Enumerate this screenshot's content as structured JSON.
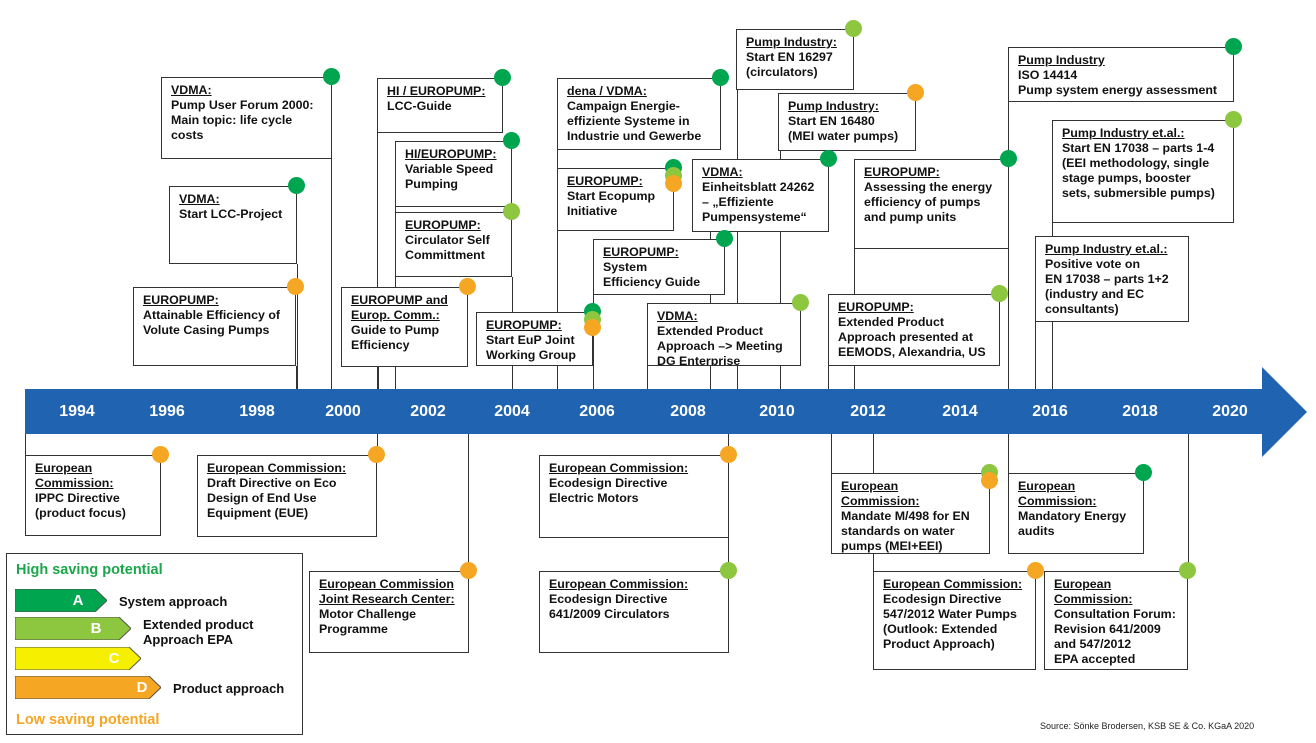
{
  "colors": {
    "timeline": "#2063b1",
    "A": "#00a550",
    "B": "#8dc63f",
    "C": "#f7ef00",
    "D": "#f5a623",
    "high_text": "#1aa64a",
    "low_text": "#f5a623"
  },
  "years": [
    "1994",
    "1996",
    "1998",
    "2000",
    "2002",
    "2004",
    "2006",
    "2008",
    "2010",
    "2012",
    "2014",
    "2016",
    "2018",
    "2020"
  ],
  "events": [
    {
      "title": "VDMA:",
      "body": "Pump User Forum 2000:\nMain topic: life cycle\ncosts",
      "dots": [
        "A"
      ]
    },
    {
      "title": "VDMA:",
      "body": "Start LCC-Project",
      "dots": [
        "A"
      ]
    },
    {
      "title": "EUROPUMP:",
      "body": "Attainable Efficiency of\nVolute Casing Pumps",
      "dots": [
        "D"
      ]
    },
    {
      "title": "HI / EUROPUMP:",
      "body": "LCC-Guide",
      "dots": [
        "A"
      ]
    },
    {
      "title": "HI/EUROPUMP:",
      "body": "Variable Speed\nPumping",
      "dots": [
        "A"
      ]
    },
    {
      "title": "EUROPUMP:",
      "body": "Circulator Self\nCommittment",
      "dots": [
        "B"
      ]
    },
    {
      "title": "EUROPUMP and\nEurop. Comm.:",
      "body": "Guide to Pump\nEfficiency",
      "dots": [
        "D"
      ]
    },
    {
      "title": "EUROPUMP:",
      "body": "Start EuP Joint\nWorking Group",
      "dots": [
        "A",
        "B",
        "D"
      ]
    },
    {
      "title": "dena / VDMA:",
      "body": "Campaign Energie-\neffiziente Systeme in\nIndustrie und Gewerbe",
      "dots": [
        "A"
      ]
    },
    {
      "title": "EUROPUMP:",
      "body": "Start Ecopump\nInitiative",
      "dots": [
        "A",
        "B",
        "D"
      ]
    },
    {
      "title": "EUROPUMP:",
      "body": "System\nEfficiency Guide",
      "dots": [
        "A"
      ]
    },
    {
      "title": "Pump Industry:",
      "body": "Start EN 16297\n(circulators)",
      "dots": [
        "B"
      ]
    },
    {
      "title": "Pump Industry:",
      "body": "Start EN 16480\n(MEI water pumps)",
      "dots": [
        "D"
      ]
    },
    {
      "title": "VDMA:",
      "body": "Einheitsblatt 24262\n– „Effiziente\nPumpensysteme“",
      "dots": [
        "A"
      ]
    },
    {
      "title": "VDMA:",
      "body": "Extended Product\nApproach –> Meeting\nDG Enterprise",
      "dots": [
        "B"
      ]
    },
    {
      "title": "EUROPUMP:",
      "body": "Assessing the energy\nefficiency of pumps\nand pump units",
      "dots": [
        "A"
      ]
    },
    {
      "title": "EUROPUMP:",
      "body": "Extended Product\nApproach presented at\nEEMODS, Alexandria, US",
      "dots": [
        "B"
      ]
    },
    {
      "title": "Pump Industry",
      "body": "ISO 14414\nPump system energy assessment",
      "dots": [
        "A"
      ]
    },
    {
      "title": "Pump Industry et.al.:",
      "body": "Start EN 17038 – parts 1-4\n(EEI methodology, single\nstage pumps, booster\nsets, submersible pumps)",
      "dots": [
        "B"
      ]
    },
    {
      "title": "Pump Industry et.al.:",
      "body": "Positive vote on\nEN 17038 – parts 1+2\n(industry and EC\nconsultants)",
      "dots": []
    },
    {
      "title": "European\nCommission:",
      "body": "IPPC Directive\n(product focus)",
      "dots": [
        "D"
      ]
    },
    {
      "title": "European Commission:",
      "body": "Draft Directive on Eco\nDesign of End Use\nEquipment (EUE)",
      "dots": [
        "D"
      ]
    },
    {
      "title": "European Commission\nJoint Research Center:",
      "body": "Motor Challenge\nProgramme",
      "dots": [
        "D"
      ]
    },
    {
      "title": "European Commission:",
      "body": "Ecodesign Directive\nElectric Motors",
      "dots": [
        "D"
      ]
    },
    {
      "title": "European Commission:",
      "body": "Ecodesign Directive\n641/2009 Circulators",
      "dots": [
        "B"
      ]
    },
    {
      "title": "European\nCommission:",
      "body": "Mandate M/498 for EN\nstandards on water\npumps (MEI+EEI)",
      "dots": [
        "B",
        "D"
      ]
    },
    {
      "title": "European\nCommission:",
      "body": "Mandatory Energy\naudits",
      "dots": [
        "A"
      ]
    },
    {
      "title": "European Commission:",
      "body": "Ecodesign Directive\n547/2012 Water Pumps\n(Outlook: Extended\nProduct Approach)",
      "dots": [
        "D"
      ]
    },
    {
      "title": "European\nCommission:",
      "body": "Consultation Forum:\nRevision 641/2009\nand 547/2012\nEPA accepted",
      "dots": [
        "B"
      ]
    }
  ],
  "legend": {
    "high": "High saving potential",
    "low": "Low saving potential",
    "items": [
      {
        "letter": "A",
        "label": "System approach",
        "color": "#00a550"
      },
      {
        "letter": "B",
        "label": "Extended product\nApproach EPA",
        "color": "#8dc63f"
      },
      {
        "letter": "C",
        "label": "",
        "color": "#f7ef00"
      },
      {
        "letter": "D",
        "label": "Product approach",
        "color": "#f5a623"
      }
    ]
  },
  "source": "Source: Sönke Brodersen, KSB SE & Co. KGaA 2020"
}
